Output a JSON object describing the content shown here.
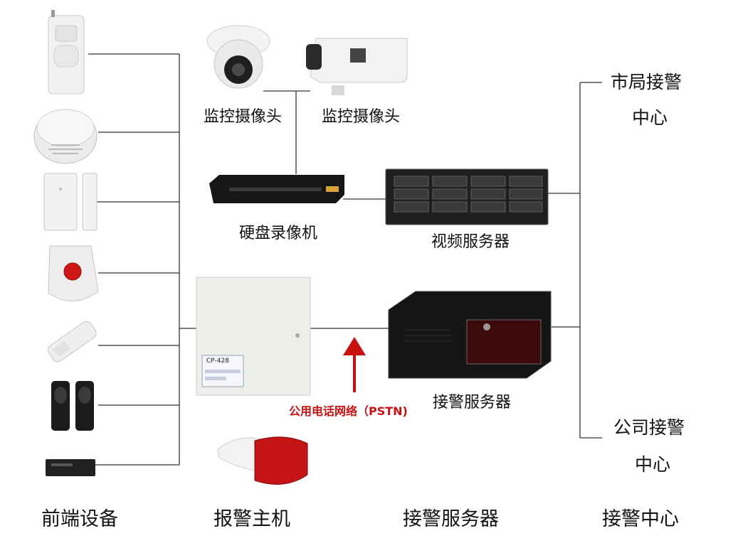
{
  "labels": {
    "camera_dome": "监控摄像头",
    "camera_bullet": "监控摄像头",
    "dvr": "硬盘录像机",
    "video_server": "视频服务器",
    "alarm_server": "接警服务器",
    "pstn": "公用电话网络（PSTN)",
    "city_center_line1": "市局接警",
    "city_center_line2": "中心",
    "company_center_line1": "公司接警",
    "company_center_line2": "中心"
  },
  "footer": {
    "front_devices": "前端设备",
    "alarm_host": "报警主机",
    "alarm_servers": "接警服务器",
    "alarm_center": "接警中心"
  },
  "devices": {
    "panel_label": "CP-428"
  }
}
